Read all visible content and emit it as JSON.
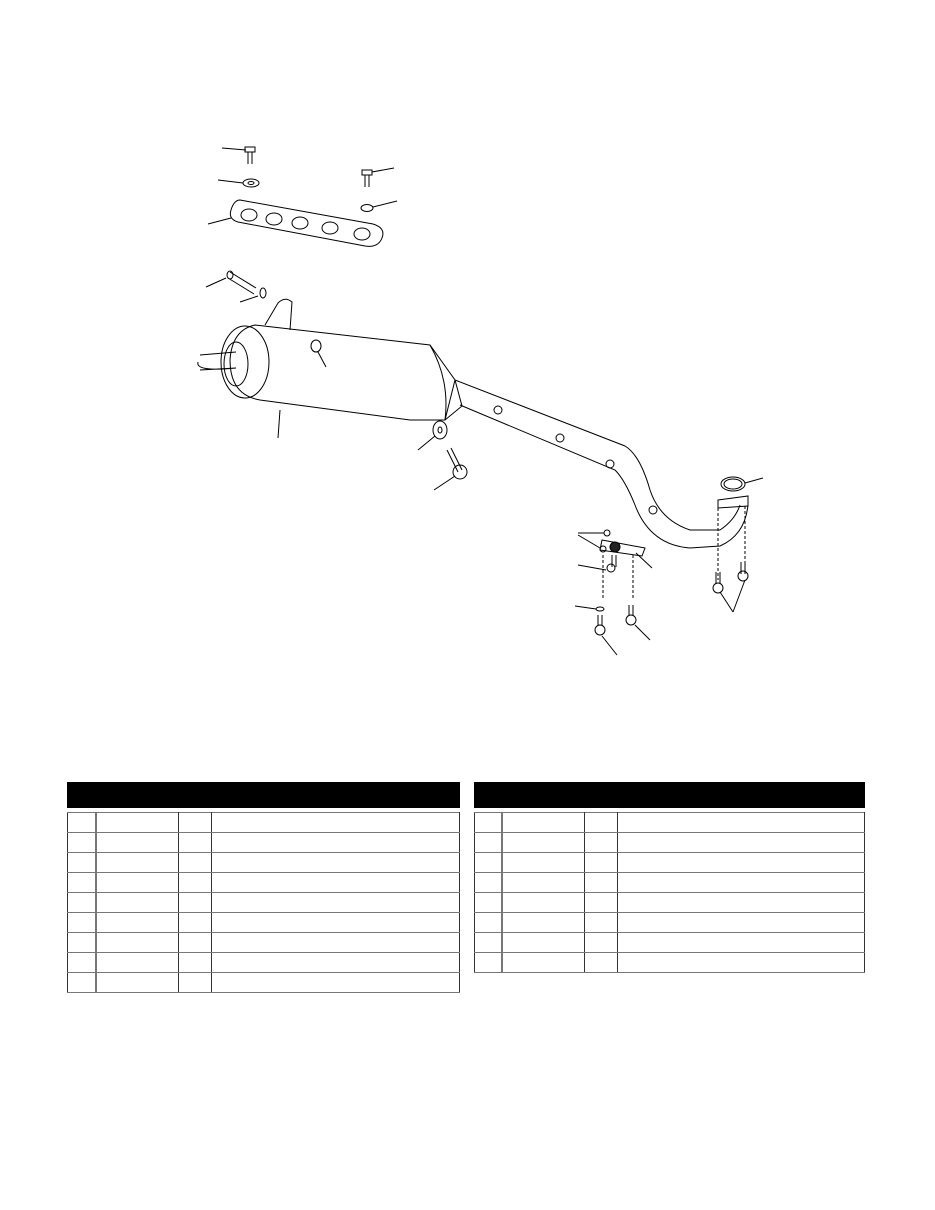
{
  "diagram": {
    "title": "",
    "parts": [
      "bolt",
      "washer",
      "bolt",
      "washer",
      "heat-shield-plate",
      "bolt",
      "washer",
      "muffler",
      "nut",
      "gasket",
      "bolt",
      "exhaust-pipe",
      "gasket",
      "nut",
      "bolt",
      "washer",
      "bolt",
      "bolt",
      "bolts"
    ]
  },
  "tables": [
    {
      "header": "",
      "rows": [
        [
          "",
          "",
          "",
          ""
        ],
        [
          "",
          "",
          "",
          ""
        ],
        [
          "",
          "",
          "",
          ""
        ],
        [
          "",
          "",
          "",
          ""
        ],
        [
          "",
          "",
          "",
          ""
        ],
        [
          "",
          "",
          "",
          ""
        ],
        [
          "",
          "",
          "",
          ""
        ],
        [
          "",
          "",
          "",
          ""
        ],
        [
          "",
          "",
          "",
          ""
        ]
      ]
    },
    {
      "header": "",
      "rows": [
        [
          "",
          "",
          "",
          ""
        ],
        [
          "",
          "",
          "",
          ""
        ],
        [
          "",
          "",
          "",
          ""
        ],
        [
          "",
          "",
          "",
          ""
        ],
        [
          "",
          "",
          "",
          ""
        ],
        [
          "",
          "",
          "",
          ""
        ],
        [
          "",
          "",
          "",
          ""
        ],
        [
          "",
          "",
          "",
          ""
        ]
      ]
    }
  ]
}
